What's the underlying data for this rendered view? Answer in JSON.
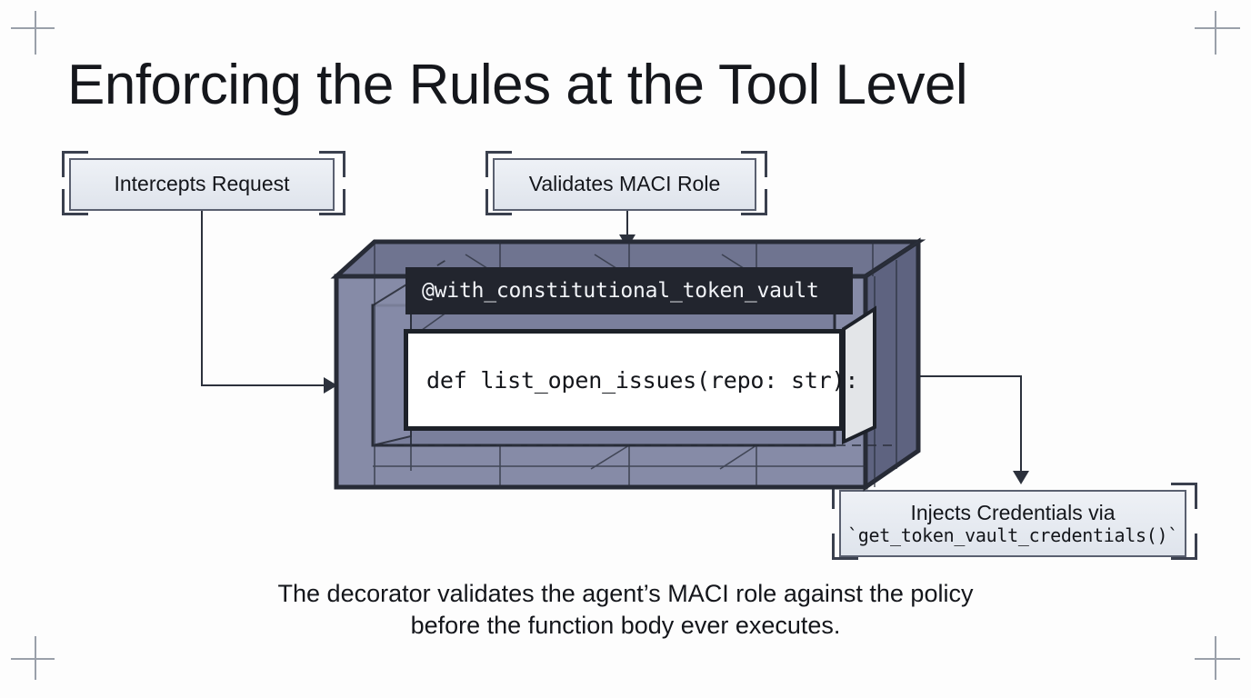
{
  "page": {
    "title": "Enforcing the Rules at the Tool Level",
    "background_color": "#fdfdfd",
    "crop_marks": true
  },
  "callouts": [
    {
      "id": "intercepts-request",
      "label": "Intercepts Request",
      "label_mono": "",
      "position": "top-left"
    },
    {
      "id": "validates-maci-role",
      "label": "Validates MACI Role",
      "label_mono": "",
      "position": "top-center"
    },
    {
      "id": "injects-credentials",
      "label": "Injects Credentials via",
      "label_mono": "`get_token_vault_credentials()`",
      "position": "bottom-right"
    }
  ],
  "vault": {
    "decorator": "@with_constitutional_token_vault",
    "function_signature": "def list_open_issues(repo: str):",
    "header_bg": "#22252e",
    "header_text_color": "#f2f4f8",
    "body_bg": "#ffffff",
    "shell_face_color": "#7e839f",
    "shell_top_color": "#6f7490",
    "shell_edge_color": "#272b36"
  },
  "connectors": [
    {
      "from": "intercepts-request",
      "to": "vault-left",
      "arrow": "right"
    },
    {
      "from": "validates-maci-role",
      "to": "vault-top",
      "arrow": "down"
    },
    {
      "from": "vault-right",
      "to": "injects-credentials",
      "arrow": "down"
    }
  ],
  "caption": {
    "line1": "The decorator validates the agent’s MACI role against the policy",
    "line2": "before the function body ever executes."
  }
}
